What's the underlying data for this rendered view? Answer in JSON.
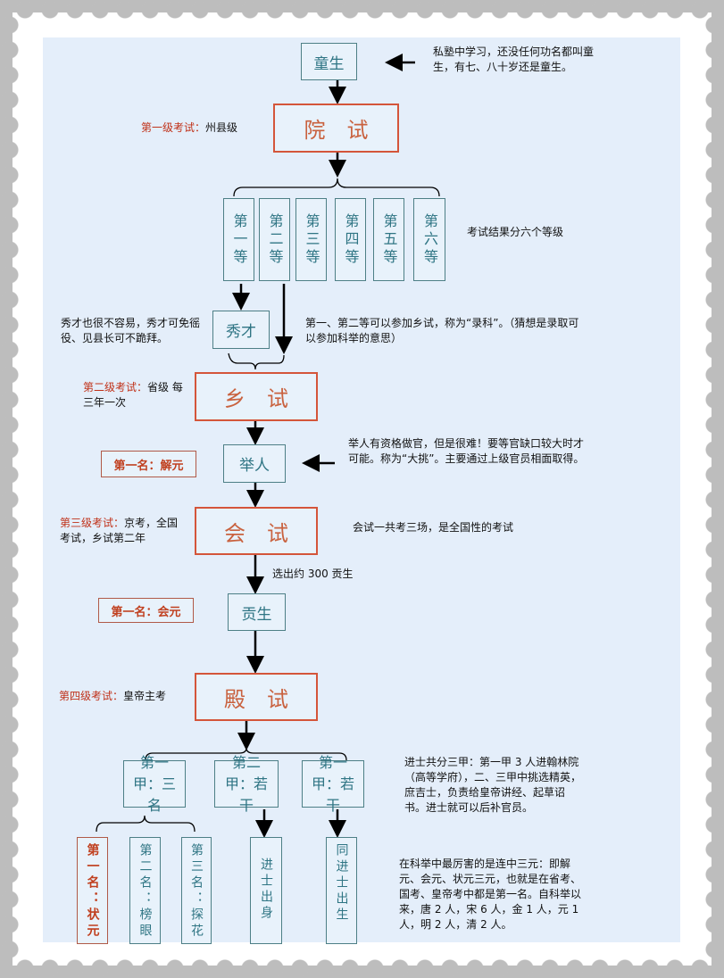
{
  "nodes": {
    "tongsheng": "童生",
    "yuanshi": "院试",
    "grades": [
      "第一等",
      "第二等",
      "第三等",
      "第四等",
      "第五等",
      "第六等"
    ],
    "xiucai": "秀才",
    "xiangshi": "乡试",
    "juren": "举人",
    "huishi": "会试",
    "gongsheng": "贡生",
    "dianshi": "殿试",
    "jia": [
      "第一甲：三名",
      "第二甲：若干",
      "第一甲：若干"
    ],
    "top3": [
      "第一名：状元",
      "第二名：榜眼",
      "第三名：探花"
    ],
    "jinshi_chushen": "进士出身",
    "tong_jinshi": "同进士出生"
  },
  "labels": {
    "level1_red": "第一级考试：",
    "level1": "州县级",
    "level2_red": "第二级考试：",
    "level2": "省级 每三年一次",
    "level3_red": "第三级考试：",
    "level3": "京考，全国考试，乡试第二年",
    "level4_red": "第四级考试：",
    "level4": "皇帝主考",
    "jieyuan": "第一名：解元",
    "huiyuan": "第一名：会元"
  },
  "notes": {
    "tongsheng": "私塾中学习，还没任何功名都叫童生，有七、八十岁还是童生。",
    "grades": "考试结果分六个等级",
    "xiucai": "秀才也很不容易，秀才可免徭役、见县长可不跪拜。",
    "luke": "第一、第二等可以参加乡试，称为“录科”。（猜想是录取可以参加科举的意思）",
    "juren": "举人有资格做官，但是很难！要等官缺口较大时才可能。称为“大挑”。主要通过上级官员相面取得。",
    "huishi": "会试一共考三场，是全国性的考试",
    "select": "选出约 300 贡生",
    "jinshi": "进士共分三甲：第一甲 3 人进翰林院（高等学府），二、三甲中挑选精英，庶吉士，负责给皇帝讲经、起草诏书。进士就可以后补官员。",
    "sanyuan": "在科举中最厉害的是连中三元：即解元、会元、状元三元，也就是在省考、国考、皇帝考中都是第一名。自科举以来，唐 2 人，宋 6 人，金 1 人，元 1 人，明 2 人，清 2 人。"
  }
}
